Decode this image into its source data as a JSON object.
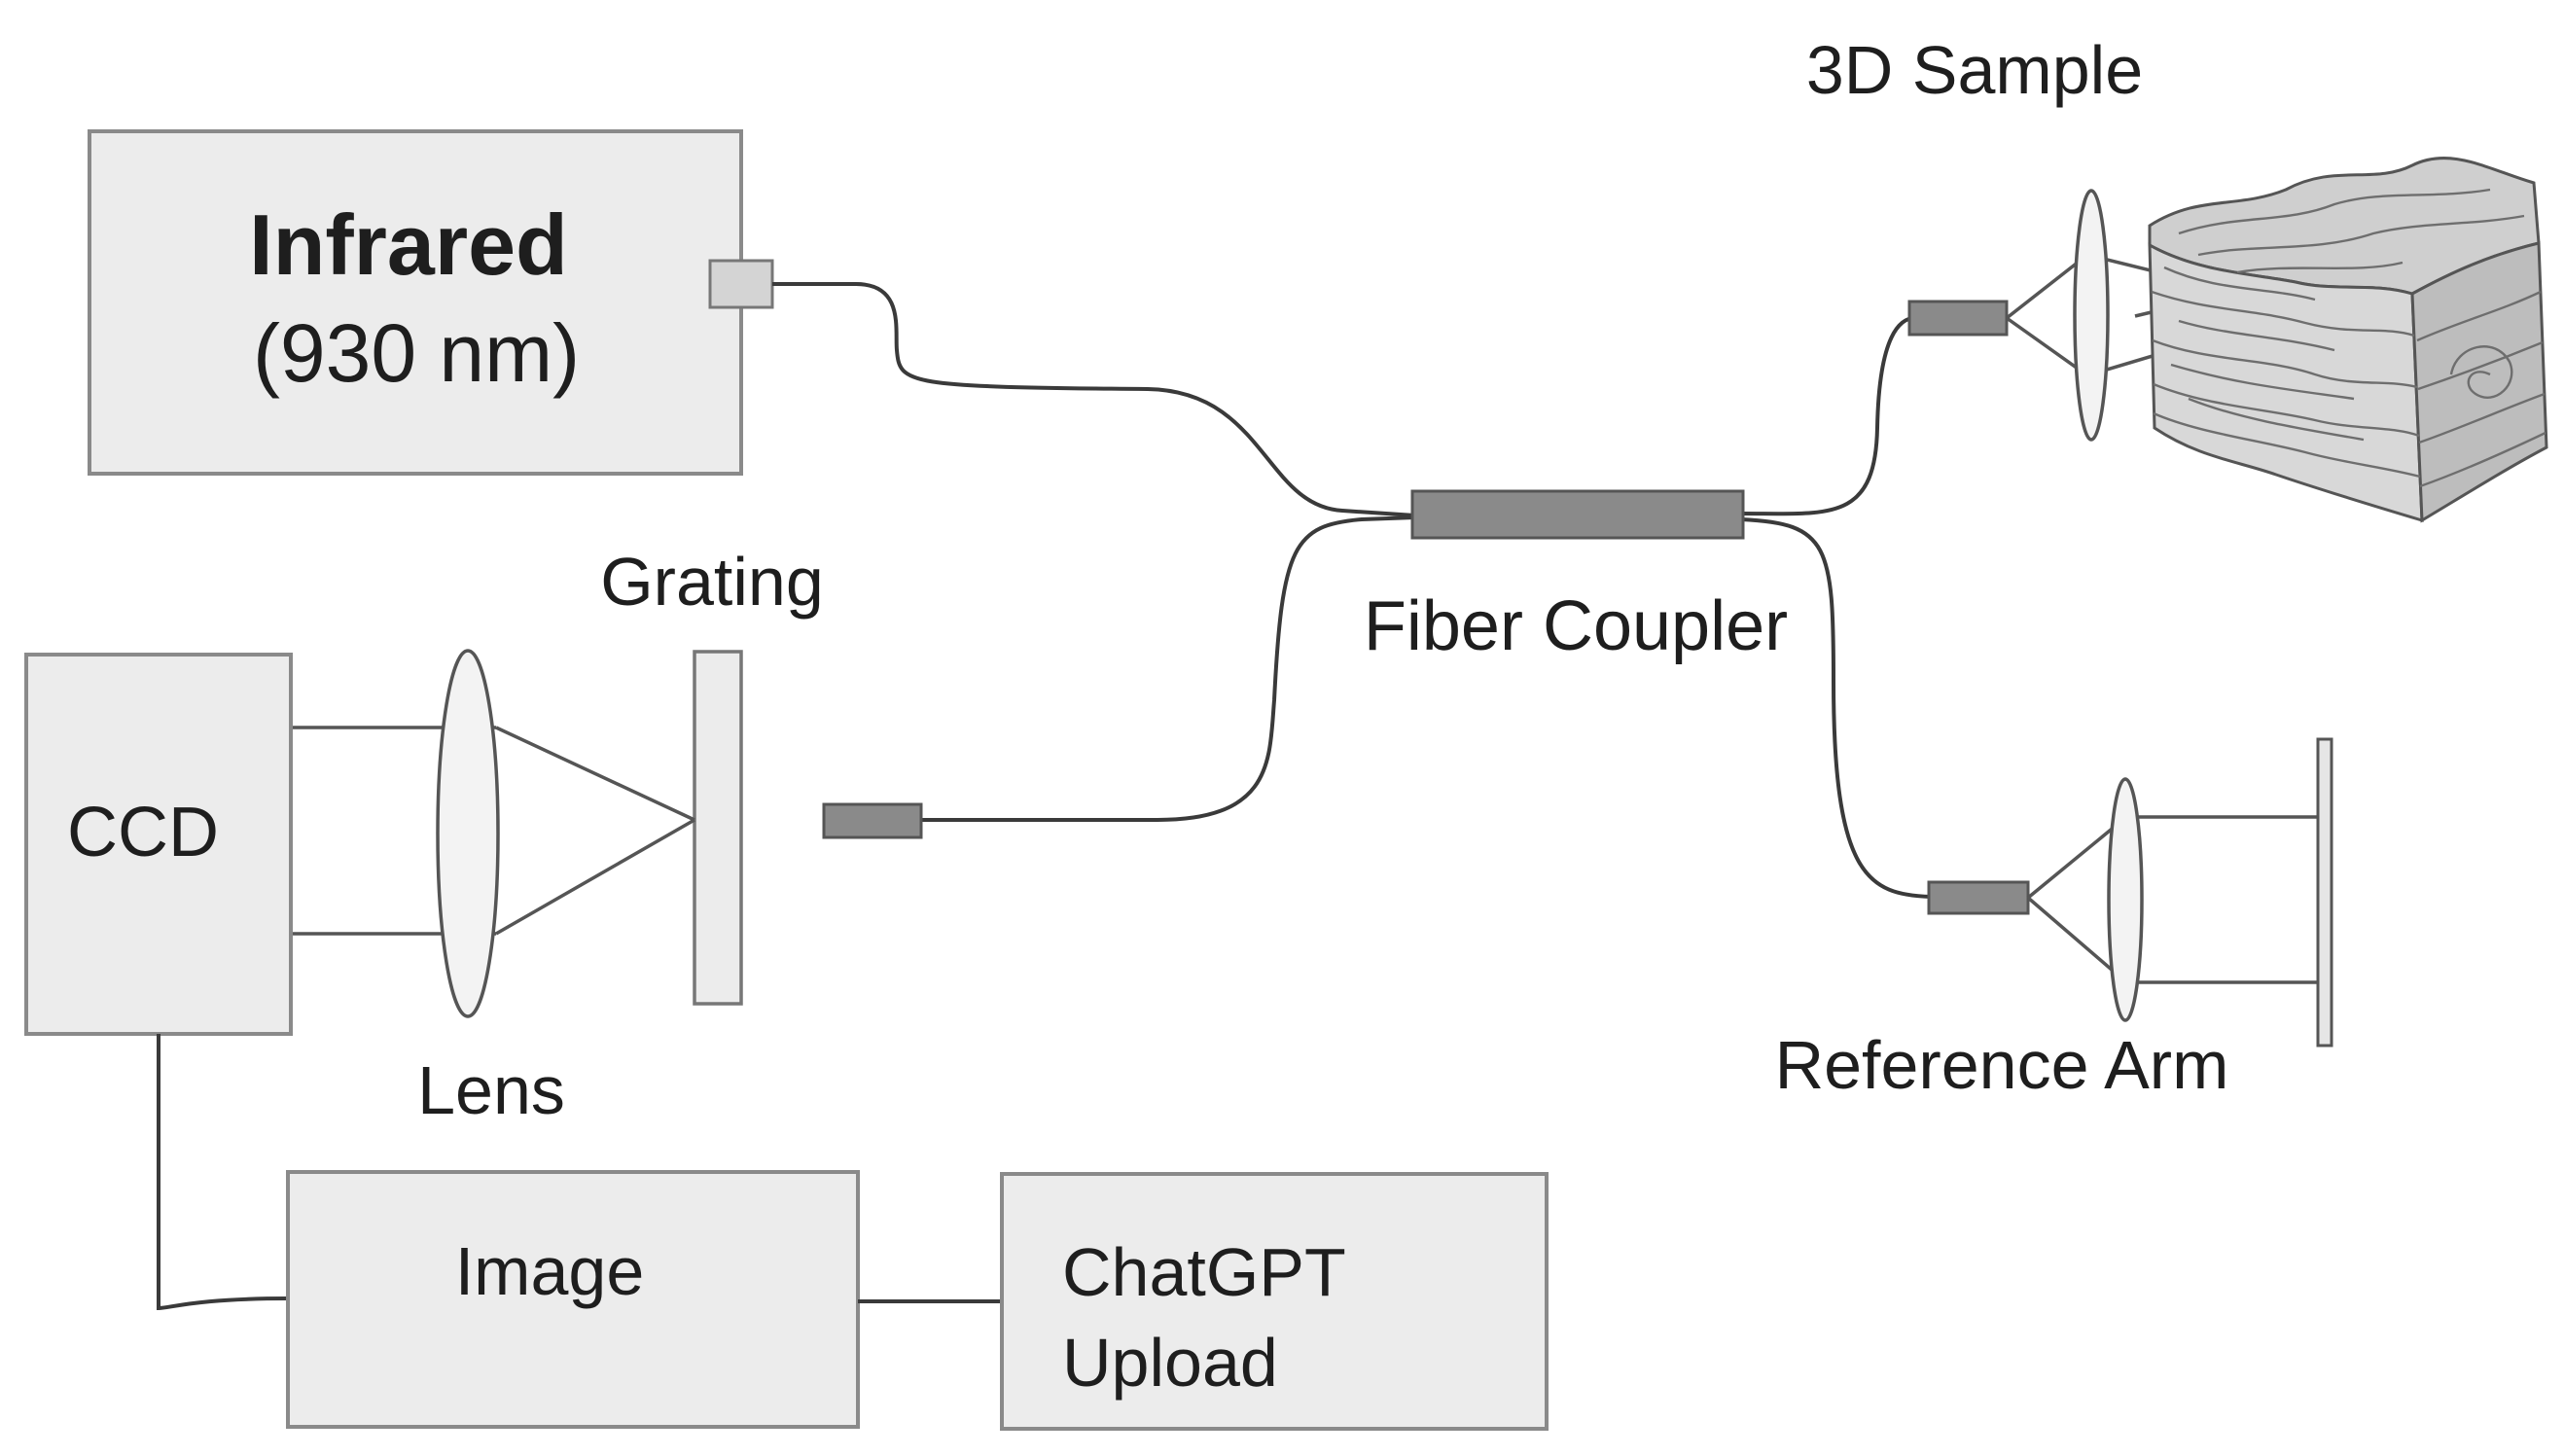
{
  "title": "3D Sample",
  "source": {
    "name": "Infrared",
    "wavelength": "(930 nm)"
  },
  "labels": {
    "grating": "Grating",
    "lens": "Lens",
    "ccd": "CCD",
    "fiber_coupler": "Fiber Coupler",
    "reference_arm": "Reference Arm"
  },
  "boxes": {
    "image": "Image",
    "upload_line1": "ChatGPT",
    "upload_line2": "Upload"
  },
  "colors": {
    "box_fill": "#ececec",
    "box_stroke": "#8a8a8a",
    "component_fill": "#8a8a8a",
    "line": "#3a3a3a"
  }
}
